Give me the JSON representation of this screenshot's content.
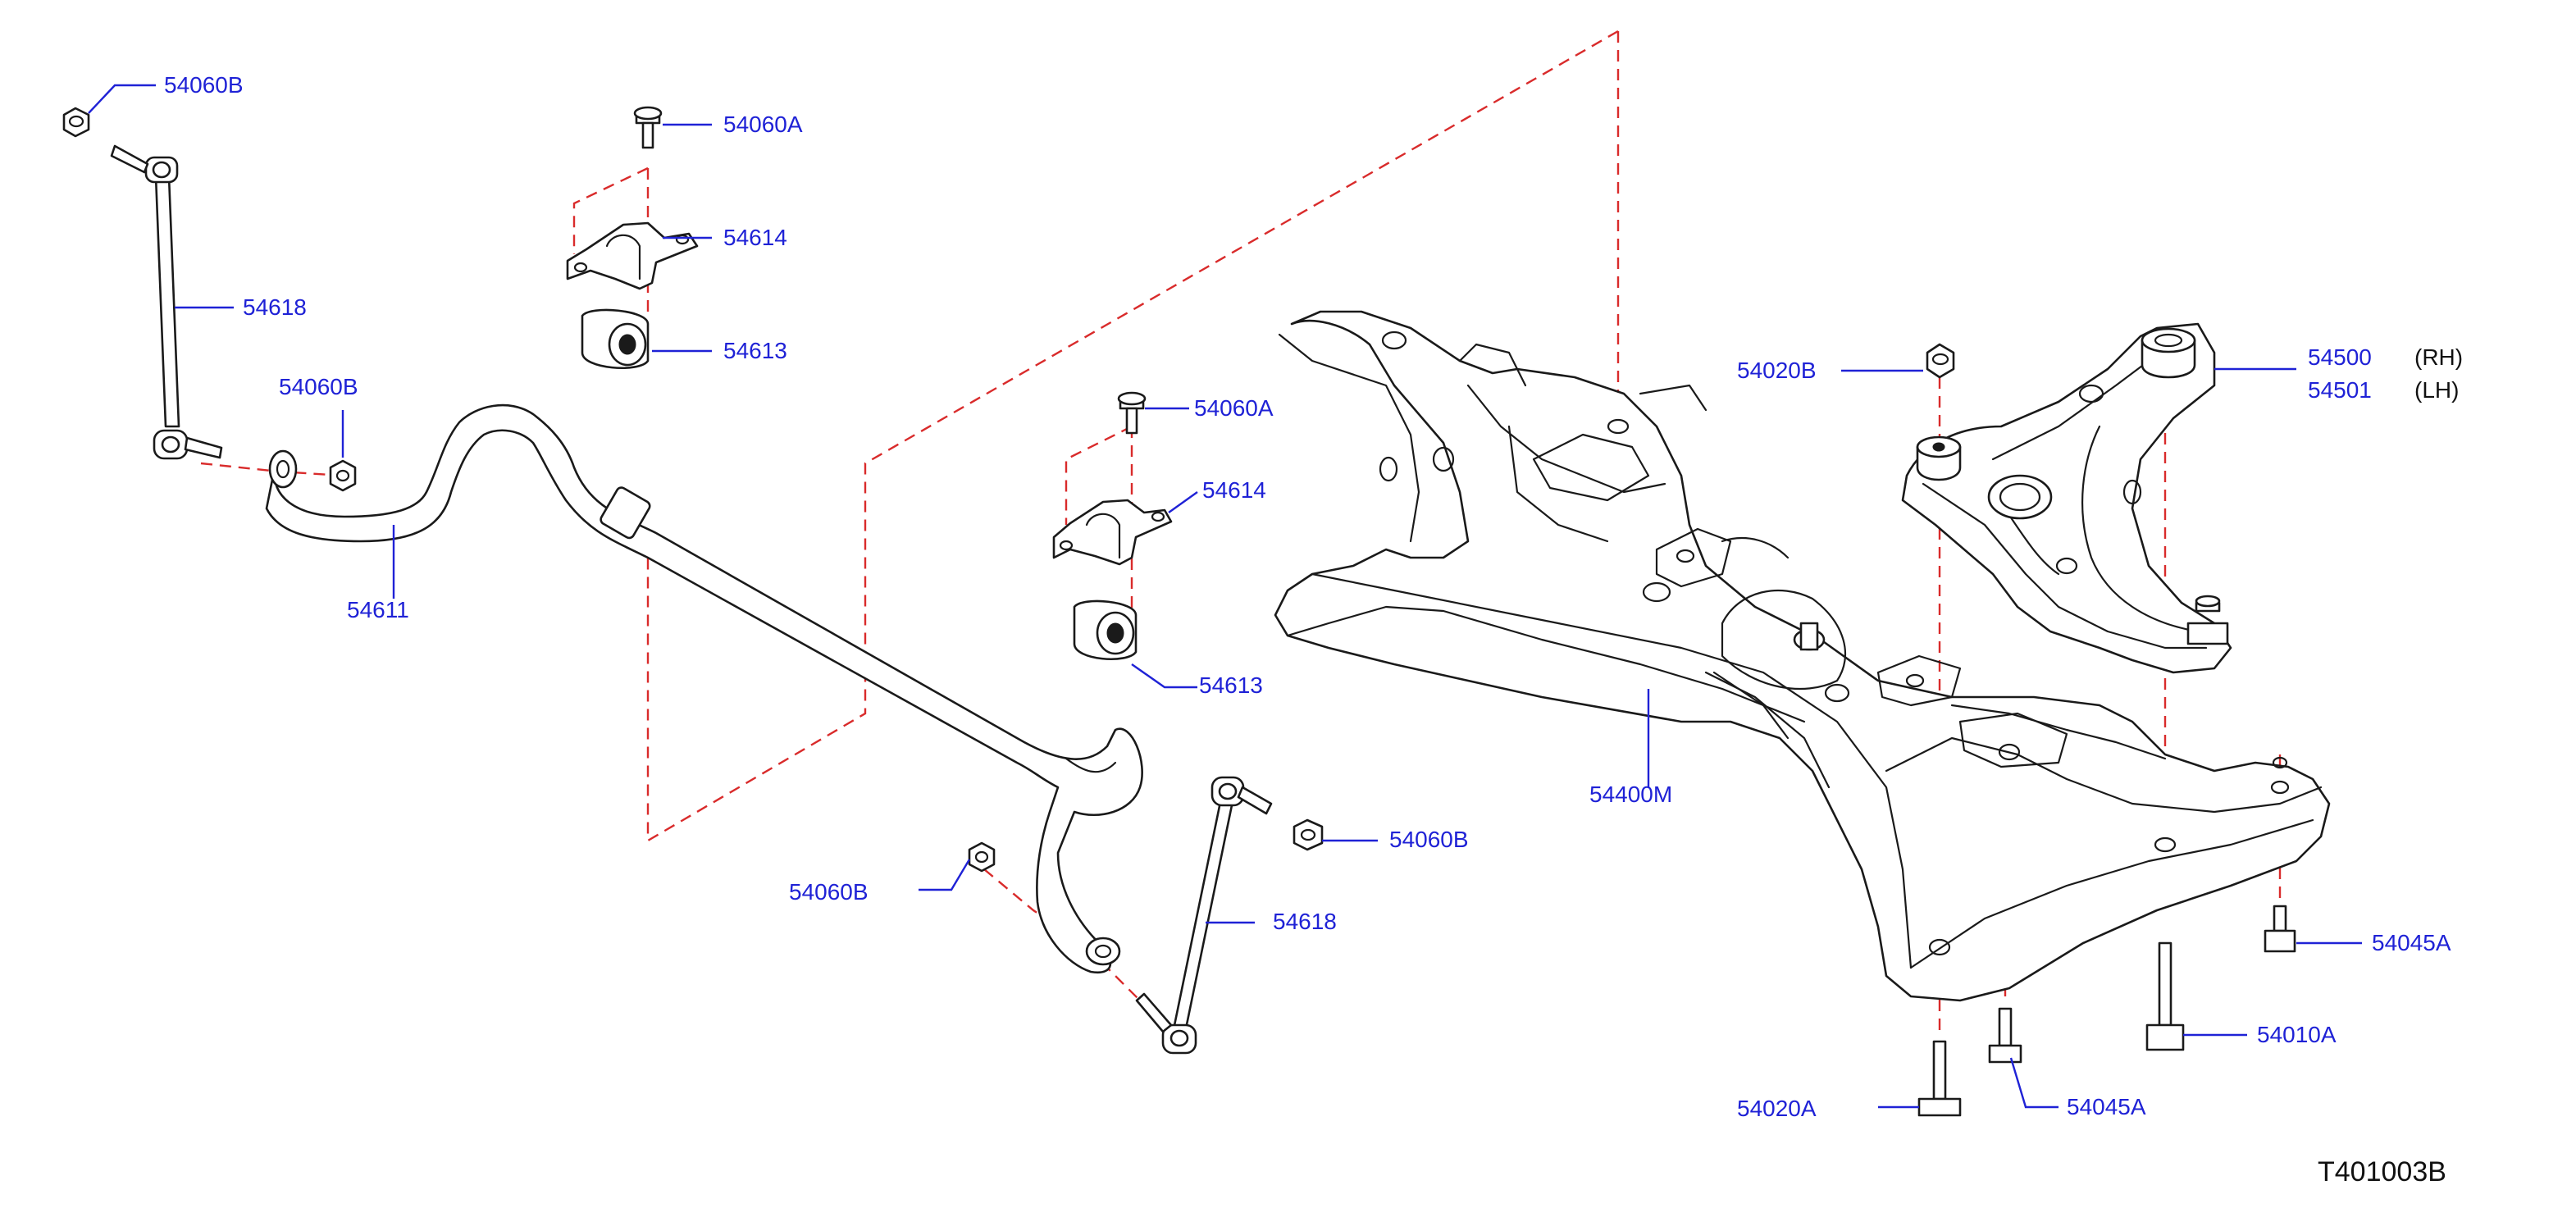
{
  "parts": {
    "link_upper_nut": "54060B",
    "bracket_bolt_left": "54060A",
    "clamp_left": "54614",
    "bushing_left": "54613",
    "link_left": "54618",
    "link_lower_nut_left": "54060B",
    "stabilizer_bar": "54611",
    "bracket_bolt_right": "54060A",
    "clamp_right": "54614",
    "bushing_right": "54613",
    "crossmember": "54400M",
    "link_nut_right": "54060B",
    "link_nut_center": "54060B",
    "link_right": "54618",
    "arm_nut": "54020B",
    "arm_rh": "54500",
    "arm_lh": "54501",
    "bolt_front_right": "54045A",
    "bolt_rear": "54010A",
    "bolt_front_center": "54045A",
    "arm_bolt": "54020A"
  },
  "sides": {
    "rh": "(RH)",
    "lh": "(LH)"
  },
  "illustration_code": "T401003B",
  "colors": {
    "callout": "#1f22d6",
    "phantom_line": "#d92b2b",
    "outline": "#1a1a1a"
  }
}
